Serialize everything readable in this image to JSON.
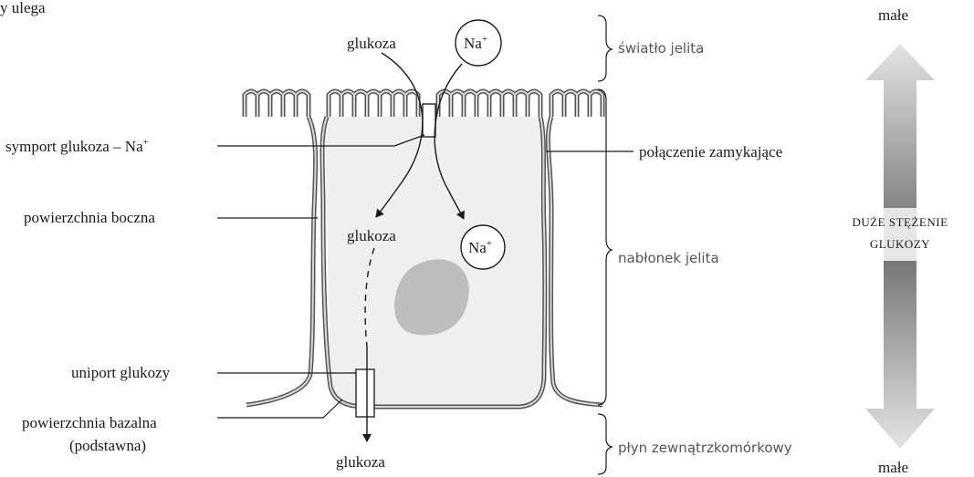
{
  "header_fragment": "y ulega",
  "molecules": {
    "glucose_top": "glukoza",
    "na_top": "Na",
    "na_top_sup": "+",
    "glucose_mid": "glukoza",
    "na_mid": "Na",
    "na_mid_sup": "+",
    "glucose_bottom": "glukoza"
  },
  "left_labels": {
    "symport": "symport glukoza – Na",
    "symport_sup": "+",
    "lateral_surface": "powierzchnia boczna",
    "uniport": "uniport glukozy",
    "basal_surface_1": "powierzchnia bazalna",
    "basal_surface_2": "(podstawna)"
  },
  "right_labels": {
    "tight_junction": "połączenie zamykające",
    "lumen": "światło jelita",
    "epithelium": "nabłonek jelita",
    "extracellular": "płyn zewnątrzkomórkowy"
  },
  "gradient": {
    "top_label": "małe",
    "bottom_label": "małe",
    "center_line_1": "DUŻE STĘŻENIE",
    "center_line_2": "GLUKOZY"
  }
}
